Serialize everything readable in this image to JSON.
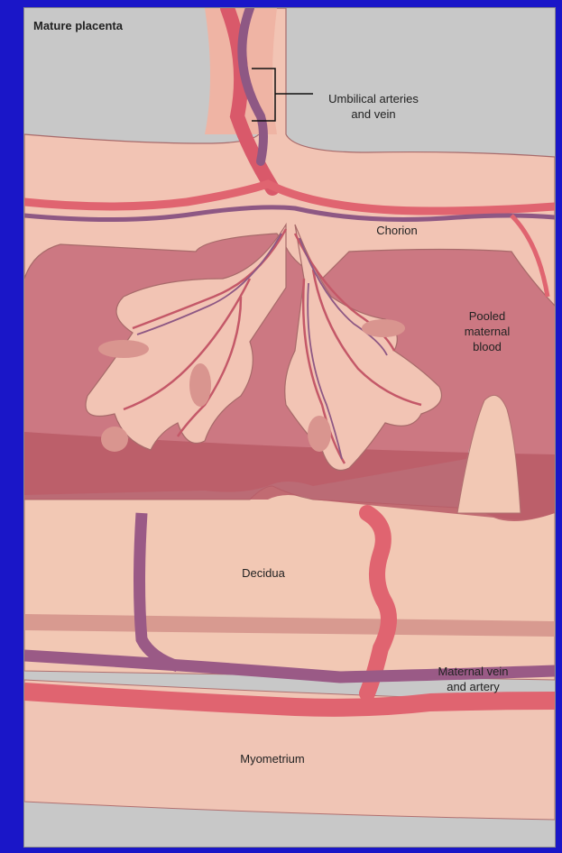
{
  "title": "Mature placenta",
  "labels": {
    "umbilical_line1": "Umbilical arteries",
    "umbilical_line2": "and vein",
    "chorion": "Chorion",
    "pooled_line1": "Pooled",
    "pooled_line2": "maternal",
    "pooled_line3": "blood",
    "decidua": "Decidua",
    "maternal_line1": "Maternal vein",
    "maternal_line2": "and artery",
    "myometrium": "Myometrium"
  },
  "colors": {
    "background": "#1a16c8",
    "panel": "#c8c8c8",
    "tissue": "#f2c4b4",
    "maternal_blood": "#c96e78",
    "artery": "#e0646a",
    "vein": "#9a5a86"
  }
}
